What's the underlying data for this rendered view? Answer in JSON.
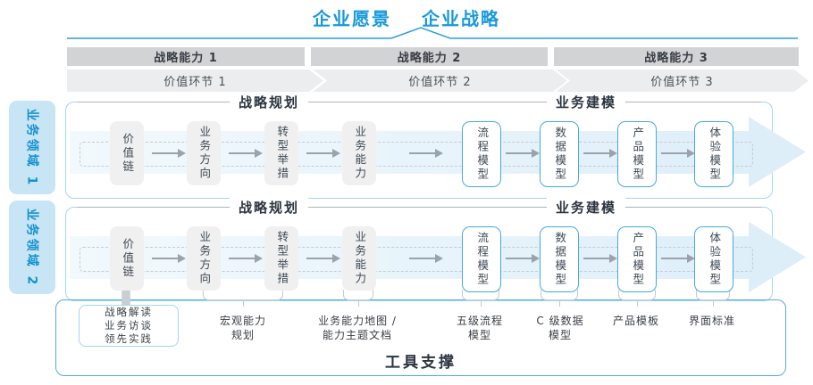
{
  "title": {
    "vision": "企业愿景",
    "strategy": "企业战略"
  },
  "capability_bars": [
    "战略能力 1",
    "战略能力 2",
    "战略能力 3"
  ],
  "value_chain_chevrons": [
    "价值环节 1",
    "价值环节 2",
    "价值环节 3"
  ],
  "domains": [
    "业务领域 1",
    "业务领域 2"
  ],
  "rows": [
    {
      "planning_header": "战略规划",
      "modeling_header": "业务建模",
      "boxes": [
        "价值链",
        "业务方向",
        "转型举措",
        "业务能力",
        "流程模型",
        "数据模型",
        "产品模型",
        "体验模型"
      ]
    },
    {
      "planning_header": "战略规划",
      "modeling_header": "业务建模",
      "boxes": [
        "价值链",
        "业务方向",
        "转型举措",
        "业务能力",
        "流程模型",
        "数据模型",
        "产品模型",
        "体验模型"
      ]
    }
  ],
  "bottom": {
    "practice_box_lines": [
      "战略解读",
      "业务访谈",
      "领先实践"
    ],
    "labels": [
      {
        "lines": [
          "宏观能力",
          "规划"
        ]
      },
      {
        "lines": [
          "业务能力地图 /",
          "能力主题文档"
        ]
      },
      {
        "lines": [
          "五级流程",
          "模型"
        ]
      },
      {
        "lines": [
          "C 级数据",
          "模型"
        ]
      },
      {
        "lines": [
          "产品模板"
        ]
      },
      {
        "lines": [
          "界面标准"
        ]
      }
    ],
    "tool_support": "工具支撑"
  },
  "colors": {
    "accent_blue": "#1899DB",
    "light_blue_border": "#A5D6EF",
    "strong_blue_border": "#54ACDB",
    "model_box_border": "#45AADC",
    "band_blue": "#DDEEF9",
    "domain_label_bg": "#C7E5F5",
    "domain_label_text": "#1691CF",
    "capability_bar_gray": "#D2D3D4",
    "chevron_gray": "#ECEDEE",
    "flow_box_gray": "#F0F0F1",
    "dark_text": "#2B3440",
    "arrow_gray": "#9BA2A9",
    "brace_gray": "#C5CAD0"
  }
}
